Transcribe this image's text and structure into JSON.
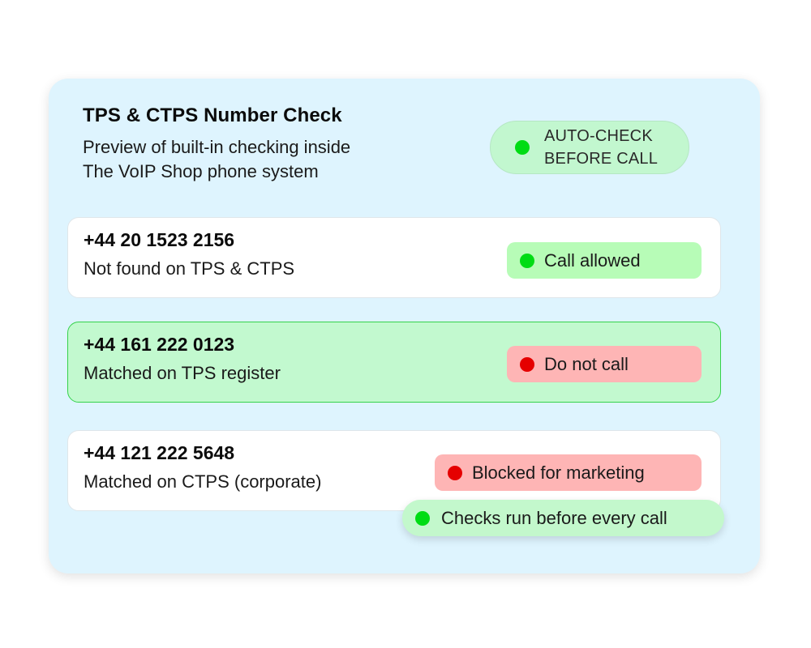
{
  "header": {
    "title": "TPS & CTPS Number Check",
    "subtitle_line1": "Preview of built-in checking inside",
    "subtitle_line2": "The VoIP Shop phone system"
  },
  "auto_badge": {
    "line1": "AUTO-CHECK",
    "line2": "BEFORE CALL",
    "indicator_color": "#00dc14"
  },
  "rows": [
    {
      "number": "+44 20 1523 2156",
      "description": "Not found on TPS & CTPS",
      "status": "Call allowed",
      "status_type": "allowed",
      "status_bg": "#b7fcb7",
      "indicator_color": "#00dc14",
      "highlighted": false
    },
    {
      "number": "+44 161 222 0123",
      "description": "Matched on TPS register",
      "status": "Do not call",
      "status_type": "blocked",
      "status_bg": "#feb5b5",
      "indicator_color": "#e50000",
      "highlighted": true
    },
    {
      "number": "+44 121 222 5648",
      "description": "Matched on CTPS (corporate)",
      "status": "Blocked for marketing",
      "status_type": "blocked",
      "status_bg": "#feb5b5",
      "indicator_color": "#e50000",
      "highlighted": false
    }
  ],
  "toast": {
    "label": "Checks run before every call",
    "indicator_color": "#00dc14"
  },
  "colors": {
    "panel_bg": "#def4fe",
    "highlight_row_bg": "#c2f9cf",
    "highlight_row_border": "#35d24a",
    "green_indicator": "#00dc14",
    "red_indicator": "#e50000"
  }
}
